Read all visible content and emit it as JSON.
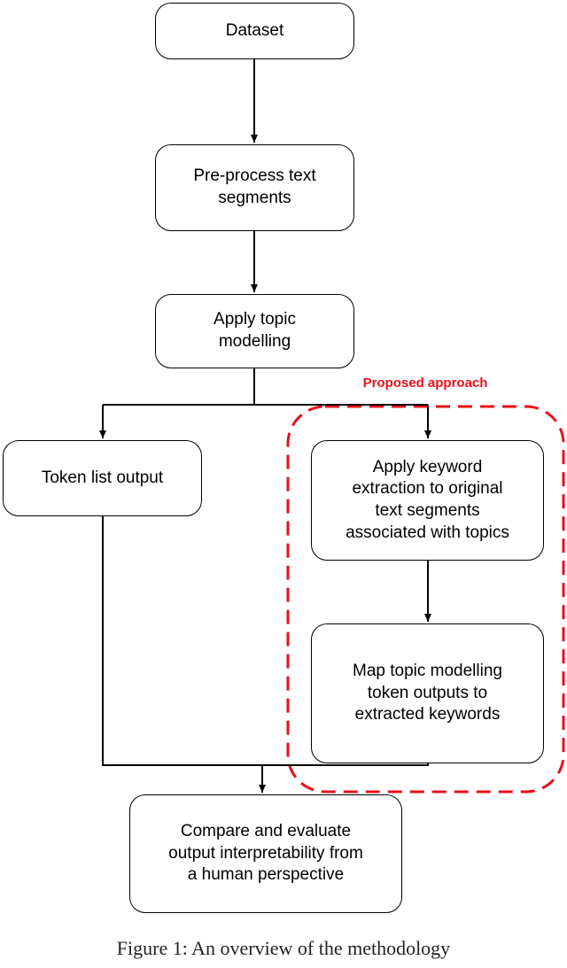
{
  "nodes": {
    "dataset": "Dataset",
    "preprocess": "Pre-process text\nsegments",
    "topic_modelling": "Apply topic\nmodelling",
    "token_list": "Token list output",
    "keyword_extraction": "Apply keyword\nextraction to original\ntext segments\nassociated with topics",
    "map_tokens": "Map topic modelling\ntoken outputs to\nextracted keywords",
    "compare": "Compare and evaluate\noutput interpretability from\na human perspective"
  },
  "region": {
    "label": "Proposed approach",
    "color": "#e8101a"
  },
  "caption": "Figure 1: An overview of the methodology"
}
